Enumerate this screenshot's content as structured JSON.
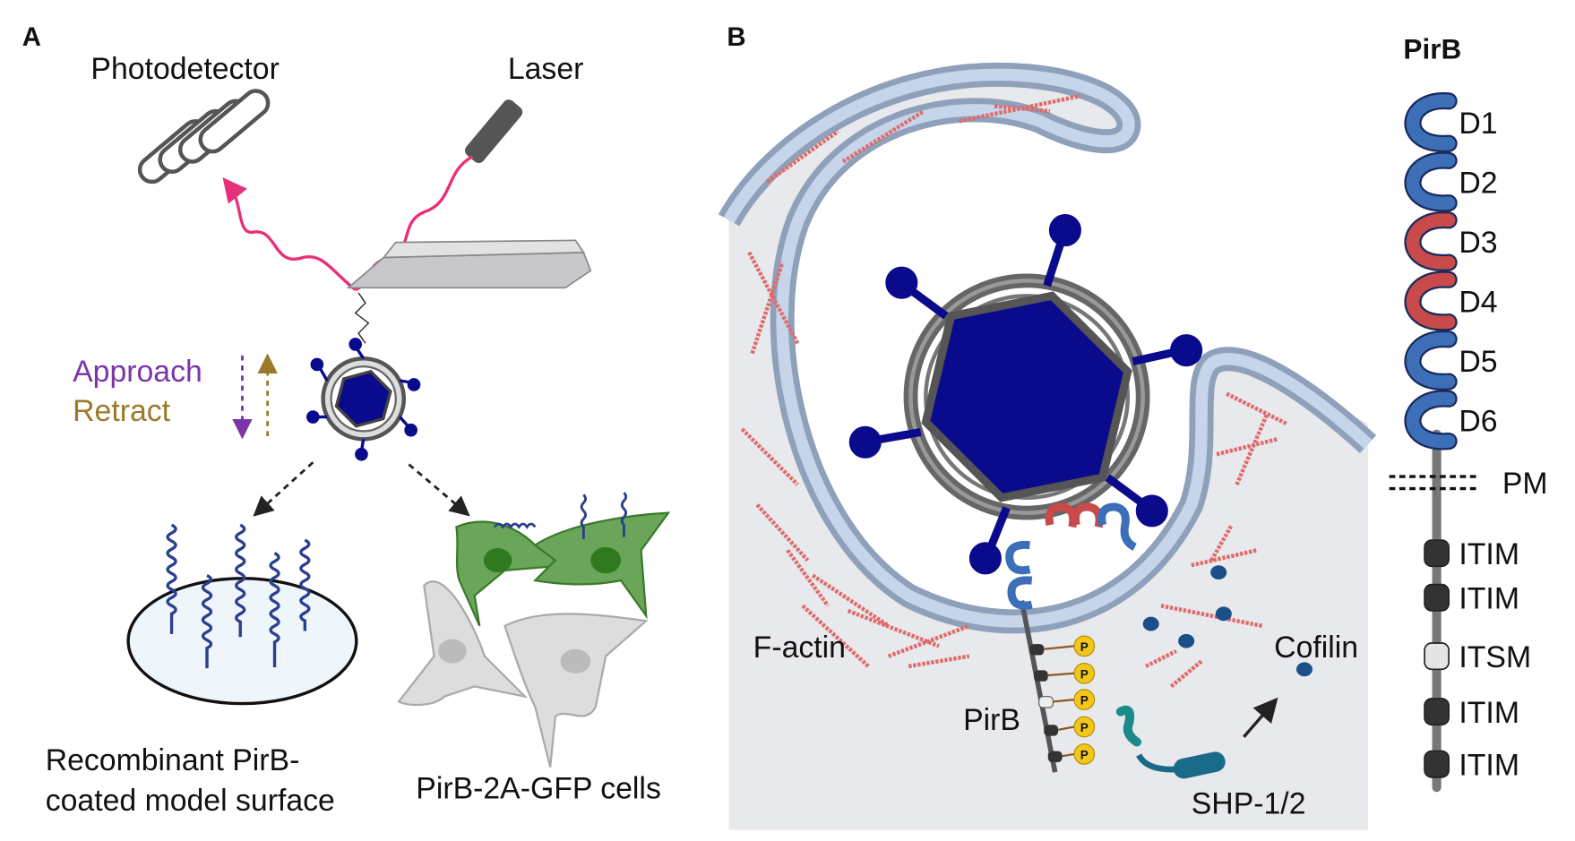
{
  "panel_a": {
    "letter": "A",
    "photodetector_label": "Photodetector",
    "laser_label": "Laser",
    "approach_label": "Approach",
    "retract_label": "Retract",
    "surface_label_line1": "Recombinant PirB-",
    "surface_label_line2": "coated model surface",
    "cells_label": "PirB-2A-GFP cells",
    "colors": {
      "approach": "#7a35a8",
      "retract": "#9a7a2a",
      "laser_beam": "#e8307a",
      "gfp_cell": "#5a9a4a",
      "pirb": "#2b3f8f"
    }
  },
  "panel_b": {
    "letter": "B",
    "factin_label": "F-actin",
    "pirb_label": "PirB",
    "shp_label": "SHP-1/2",
    "cofilin_label": "Cofilin",
    "phospho_label": "P",
    "colors": {
      "background": "#e8e9ec",
      "membrane_outer": "#8fa0ba",
      "membrane_inner": "#c6d5ea",
      "virus": "#0a0a8c",
      "actin": "#e06a6a",
      "shp": "#1a6a8a"
    }
  },
  "pirb_schematic": {
    "title": "PirB",
    "domains": [
      {
        "label": "D1",
        "color": "#3d6fb8"
      },
      {
        "label": "D2",
        "color": "#3d6fb8"
      },
      {
        "label": "D3",
        "color": "#c84a4a"
      },
      {
        "label": "D4",
        "color": "#c84a4a"
      },
      {
        "label": "D5",
        "color": "#3d6fb8"
      },
      {
        "label": "D6",
        "color": "#3d6fb8"
      }
    ],
    "membrane_label": "PM",
    "motifs": [
      {
        "label": "ITIM",
        "color": "#333333"
      },
      {
        "label": "ITIM",
        "color": "#333333"
      },
      {
        "label": "ITSM",
        "color": "#e4e4e4"
      },
      {
        "label": "ITIM",
        "color": "#333333"
      },
      {
        "label": "ITIM",
        "color": "#333333"
      }
    ]
  }
}
